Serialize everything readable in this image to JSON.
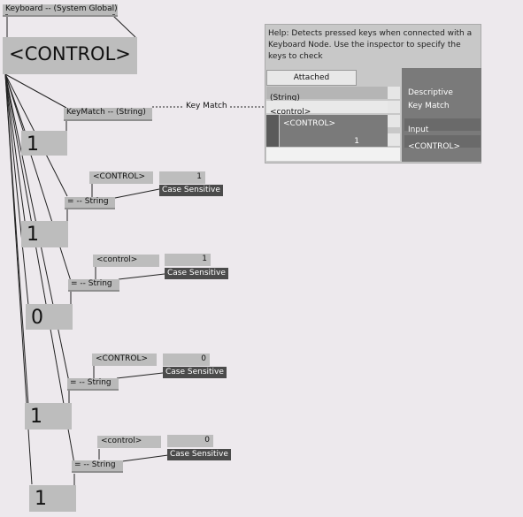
{
  "keyboard_node": {
    "label": "Keyboard -- (System Global)"
  },
  "control_display": {
    "value": "<CONTROL>"
  },
  "keymatch_node": {
    "label": "KeyMatch -- (String)"
  },
  "wire_label": "Key Match",
  "results": [
    "1",
    "1",
    "0",
    "1",
    "1"
  ],
  "compare_groups": [
    {
      "text": "<CONTROL>",
      "case_value": "1",
      "case_label": "Case Sensitive",
      "node": "= -- String"
    },
    {
      "text": "<control>",
      "case_value": "1",
      "case_label": "Case Sensitive",
      "node": "= -- String"
    },
    {
      "text": "<CONTROL>",
      "case_value": "0",
      "case_label": "Case Sensitive",
      "node": "= -- String"
    },
    {
      "text": "<control>",
      "case_value": "0",
      "case_label": "Case Sensitive",
      "node": "= -- String"
    }
  ],
  "help": {
    "text": "Help: Detects pressed keys when connected with a Keyboard Node. Use the inspector to specify the keys to check",
    "tab_label": "Attached",
    "rows": [
      "(String)",
      "<control>",
      "<CONTROL>",
      "1"
    ],
    "descriptive_line1": "Descriptive",
    "descriptive_line2": "Key Match",
    "input_label": "Input",
    "input_value": "<CONTROL>"
  }
}
